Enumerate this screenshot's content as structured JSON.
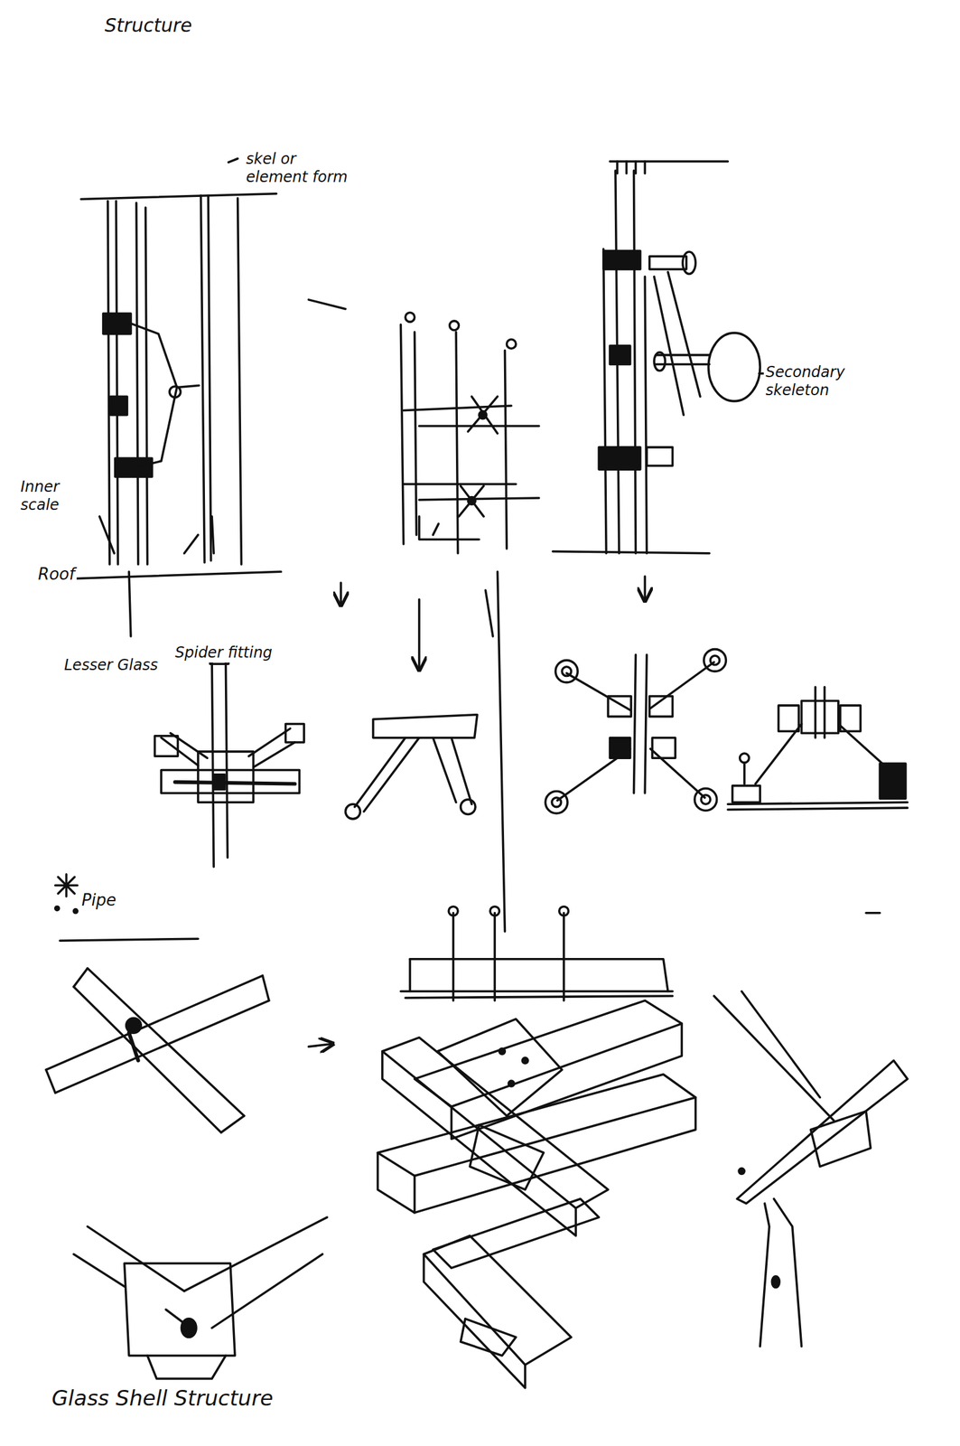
{
  "diagram": {
    "title": "Structure",
    "caption": "Glass Shell Structure",
    "labels": [
      "skel or element form",
      "Secondary skeleton",
      "Inner scale",
      "Roof",
      "Lesser Glass",
      "Spider fitting",
      "Pipe"
    ]
  }
}
